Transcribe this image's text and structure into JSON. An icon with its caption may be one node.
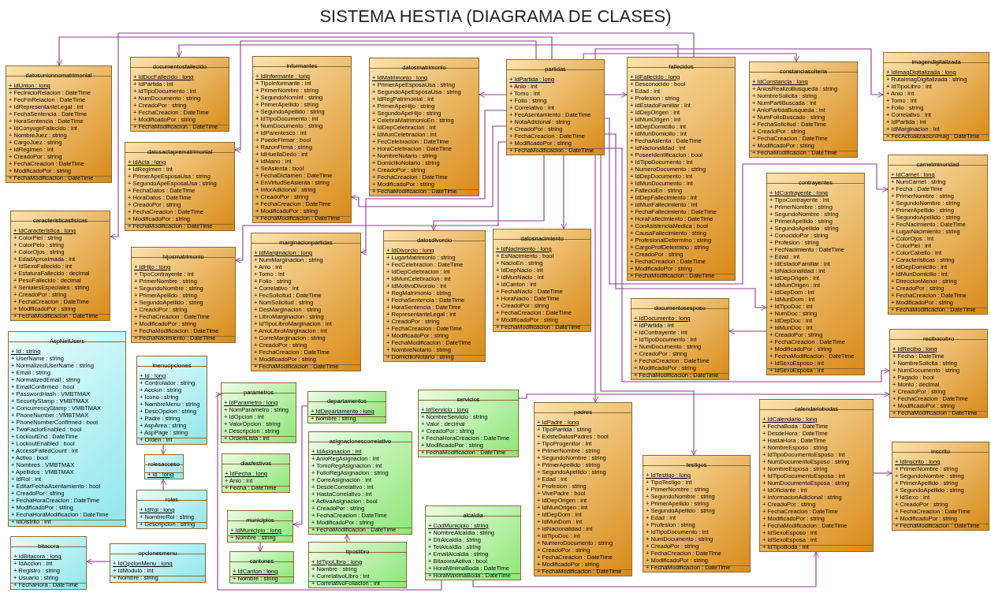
{
  "diagram": {
    "title": "SISTEMA HESTIA (DIAGRAMA DE CLASES)",
    "nodes": [
      {
        "text": [
          "datosunionnomatrimonial",
          "+ IdUnion : long",
          "+ FecInicioRelacion : DateTime",
          "+ FecFinRelacion : DateTime",
          "+ IdRepresentanteLegal : int",
          "+ FechaSentencia : DateTime",
          "+ HoraSentencia : DateTime",
          "+ IdConyugeFallecido : int",
          "+ NombreJuez : string",
          "+ CargoJuez : string",
          "+ IdRegimen : int",
          "+ CreadoPor : string",
          "+ FechaCreacion : DateTime",
          "+ ModificadoPor : string",
          "+ FechaModificacion : DateTime"
        ]
      },
      {
        "text": [
          "documentosfallecido",
          "+ IdDocFallecido : long",
          "+ IdPartida : int",
          "+ IdTipoDocumento : int",
          "+ NumDocumento : string",
          "+ CreadoPor : string",
          "+ FechaCreacion : DateTime",
          "+ ModificadoPor : string",
          "+ FechaModificacion : DateTime"
        ]
      },
      {
        "text": [
          "informantes",
          "+ IdInformante : long",
          "+ TipoInformante : int",
          "+ PrimerNombre : string",
          "+ SegundoNomInf : string",
          "+ PrimerApellido : string",
          "+ SegundoApellido : string",
          "+ IdTipoDocumento : int",
          "+ NumDocumento : string",
          "+ IdParentesco : int",
          "+ PuedeFirmar : bool",
          "+ RazonFirma : string",
          "+ IdHuellaDedo : int",
          "+ IdMano : int",
          "+ SeAsienta : bool",
          "+ FechaDictamen : DateTime",
          "+ EnVirtudSeAsienta : string",
          "+ InforAdicional : string",
          "+ CreadoPor : string",
          "+ FechaCreacion : DateTime",
          "+ ModificadoPor : string",
          "+ FechaModificacion : DateTime"
        ]
      },
      {
        "text": [
          "datosmatrimonio",
          "+ IdMatrimonio : long",
          "+ PrimerApeEsposaUsa : string",
          "+ SegundoApeEsposaUsa : string",
          "+ IdRegPatrimonial : int",
          "+ PrimerApeHijo : string",
          "+ SegundoApeHijo : string",
          "+ CelebraMatrimonioEn : string",
          "+ IdDepCelebracion : int",
          "+ IdMunCelebracion : int",
          "+ FecCelebracion : DateTime",
          "+ HoraCelebracion : DateTime",
          "+ NombreNotario : string",
          "+ DomicilioNotario : string",
          "+ CreadoPor : string",
          "+ FechaCreacion : DateTime",
          "+ ModificadoPor : string",
          "+ FechaModificacion : DateTime"
        ]
      },
      {
        "text": [
          "partidas",
          "+ IdPartida : long",
          "+ Anio : int",
          "+ Tomo : int",
          "+ Folio : string",
          "+ Correlativo : int",
          "+ FecAsentamiento : DateTime",
          "+ NotaAdicional : string",
          "+ CreadoPor : string",
          "+ FechaCreacion : DateTime",
          "+ ModificadoPor : string",
          "+ FechaModificacion : DateTime"
        ]
      },
      {
        "text": [
          "fallecidos",
          "+ IdFallecido : long",
          "+ Desconocido : bool",
          "+ Edad : int",
          "+ Profesion : string",
          "+ IdEstadoFamiliar : int",
          "+ IdDepOrigen : int",
          "+ IdMunOrigen : int",
          "+ IdDepDomicilio : int",
          "+ IdMunDomicilio : int",
          "+ FechaAsienta : DateTime",
          "+ IdNacionalidad : int",
          "+ PoseeIdentificacion : bool",
          "+ IdTipoDocumento : int",
          "+ NumeroDocumento : string",
          "+ IdDepDocumento : int",
          "+ IdMunDocumento : int",
          "+ FallecioEn : string",
          "+ IdDepFallecimiento : int",
          "+ IdMunFallecimiento : int",
          "+ FechaFallecimiento : DateTime",
          "+ HoraFallecimiento : DateTime",
          "+ ConAsistenciaMedica : bool",
          "+ CausaFallecimiento : string",
          "+ ProfesionalDetermino : string",
          "+ CargoProfDetermino : string",
          "+ CreadoPor : string",
          "+ FechaCreacion : DateTime",
          "+ ModificadoPor : string",
          "+ FechaModificacion : DateTime"
        ]
      },
      {
        "text": [
          "constanciasolteria",
          "+ IdConstancia : long",
          "+ AniosRealizoBusqueda : string",
          "+ NombreSolicita : string",
          "+ NumPartiBuscada : int",
          "+ AnioPartidaBusqueda : int",
          "+ NumFolioBuscado : string",
          "+ FechaSolicitud : DateTime",
          "+ CreadoPor : string",
          "+ FechaCreacion : DateTime",
          "+ ModificadoPor : string",
          "+ FechaModificacion : DateTime"
        ]
      },
      {
        "text": [
          "imagendigitalizada",
          "+ IdImagDigitalizada : long",
          "+ RutaImagDigitalizada : string",
          "+ IdTipoLibro : int",
          "+ Anio : int",
          "+ Tomo : int",
          "+ Folio : string",
          "+ Correlativo : int",
          "+ IdPartida : int",
          "+ IdMarginacion : int",
          "+ FecActualizacionImag : DateTime"
        ]
      },
      {
        "text": [
          "datosactaprematrimonial",
          "+ IdActa : long",
          "+ IdRegimen : int",
          "+ PrimerApeEsposaUsa : string",
          "+ SegundoApeEsposaUsa : string",
          "+ FechaDatos : DateTime",
          "+ HoraDatos : DateTime",
          "+ CreadoPor : string",
          "+ FechaCreacion : DateTime",
          "+ ModificadoPor : string",
          "+ FechaModificacion : DateTime"
        ]
      },
      {
        "text": [
          "caracteristicasfisicas",
          "+ IdCaracteristica : long",
          "+ ColorPiel : string",
          "+ ColorPelo : string",
          "+ ColorOjos : string",
          "+ EdadAproximada : int",
          "+ IdSexoFallecido : int",
          "+ EstaturaFallecido : decimal",
          "+ PesoFallecido : decimal",
          "+ SenialesEspeciales : string",
          "+ CreadoPor : string",
          "+ FechaCreacion : DateTime",
          "+ ModificadoPor : string",
          "+ FechaModificacion : DateTime"
        ]
      },
      {
        "text": [
          "hijosmatrimonio",
          "+ IdHijo : long",
          "+ TipoContrayente : int",
          "+ PrimerNombre : string",
          "+ SegundoNombre : string",
          "+ PrimerApellido : string",
          "+ SegundoApellido : string",
          "+ CreadoPor : string",
          "+ FechaCreacion : DateTime",
          "+ ModificadoPor : string",
          "+ FechaModificacion : DateTime",
          "+ FechaNacimiento : DateTime"
        ]
      },
      {
        "text": [
          "marginacionpartidas",
          "+ IdMarginacion : long",
          "+ NumMarginacion : string",
          "+ Anio : int",
          "+ Tomo : int",
          "+ Folio : string",
          "+ Correlativo : int",
          "+ FecSolicitud : DateTime",
          "+ NomSolicitud : string",
          "+ DesMarginacion : string",
          "+ LibroMarginacion : string",
          "+ IdTipoLibroMarginacion : int",
          "+ AnioLibroMarginacion : int",
          "+ CorreMarginacion : string",
          "+ CreadoPor : string",
          "+ FechaCreacion : DateTime",
          "+ ModificadoPor : string",
          "+ FechaModificacion : DateTime"
        ]
      },
      {
        "text": [
          "datosdivorcio",
          "+ IdDivorcio : long",
          "+ LugarMatrimonio : string",
          "+ FecCelebracion : DateTime",
          "+ IdDepCelebracion : int",
          "+ IdMunCelebracion : int",
          "+ IdMotivoDivorcio : int",
          "+ RegMatrimonio : string",
          "+ FechaSentencia : DateTime",
          "+ HoraSentencia : DateTime",
          "+ RepresentanteLegal : int",
          "+ CreadoPor : string",
          "+ FechaCreacion : DateTime",
          "+ ModificadoPor : string",
          "+ FechaModificacion : DateTime",
          "+ NombreNotario : string",
          "+ DomicilioNotario : string"
        ]
      },
      {
        "text": [
          "datosnacimiento",
          "+ IdNacimiento : long",
          "+ EsNacimiento : bool",
          "+ NacioEn : string",
          "+ IdDepNacio : int",
          "+ IdMunNacio : int",
          "+ IdCanton : int",
          "+ FechaNacio : DateTime",
          "+ HoraNacio : DateTime",
          "+ CreadoPor : string",
          "+ FechaCreacion : DateTime",
          "+ ModificadoPor : string",
          "+ FechaModificacion : DateTime"
        ]
      },
      {
        "text": [
          "contrayentes",
          "+ IdContrayente : long",
          "+ TipoContrayente : int",
          "+ PrimerNombre : string",
          "+ SegundoNombre : string",
          "+ PrimerApellido : string",
          "+ SegundoApellido : string",
          "+ ConocidoPor : string",
          "+ Profesion : string",
          "+ FecNacimiento : DateTime",
          "+ Edad : int",
          "+ IdEstadoFamiliar : int",
          "+ IdNacionalidad : int",
          "+ IdDepOrigen : int",
          "+ IdMunOrigen : int",
          "+ IdDepDom : int",
          "+ IdMunDom : int",
          "+ IdTipoDoc : int",
          "+ NumDoc : string",
          "+ IdDepDoc : int",
          "+ IdMunDoc : int",
          "+ CreadoPor : string",
          "+ FechaCreacion : DateTime",
          "+ ModificadoPor : string",
          "+ FechaModificacion : DateTime",
          "+ IdSexoEsposo : int",
          "+ IdSexoEsposa : int"
        ]
      },
      {
        "text": [
          "carnetminoridad",
          "+ IdCarnet : long",
          "+ NumCarnet : string",
          "+ Fecha : DateTime",
          "+ PrimerNombre : string",
          "+ SegundoNombre : string",
          "+ PrimerApellido : string",
          "+ SegundoApellido : string",
          "+ FecNacimiento : DateTime",
          "+ LugarNacimiento : string",
          "+ ColorOjos : int",
          "+ ColorPiel : int",
          "+ ColorCabello : int",
          "+ Caracteristicas : string",
          "+ IdDepDomicilio : int",
          "+ IdMunDomicilio : int",
          "+ DireccionMenor : string",
          "+ CreadoPor : string",
          "+ FechaCreacion : DateTime",
          "+ ModificadoPor : string",
          "+ FechaModificacion : DateTime"
        ]
      },
      {
        "text": [
          "documentosesposo",
          "+ IdDocumento : long",
          "+ IdPartida : int",
          "+ IdContrayente : int",
          "+ IdTipoDocumento : int",
          "+ NumDocumento : string",
          "+ CreadoPor : string",
          "+ FechaCreacion : DateTime",
          "+ ModificadoPor : string",
          "+ FechaModificacion : DateTime"
        ]
      },
      {
        "text": [
          "recibocobro",
          "+ IdRecibo : long",
          "+ Fecha : DateTime",
          "+ NombreSolicita : string",
          "+ NumDocumento : string",
          "+ Pagado : bool",
          "+ Monto : decimal",
          "+ CreadoPor : string",
          "+ FechaCreacion : DateTime",
          "+ ModificadoPor : string",
          "+ FechaModificacion : DateTime"
        ]
      },
      {
        "text": [
          "AspNetUsers",
          "+ Id : string",
          "+ UserName : string",
          "+ NormalizedUserName : string",
          "+ Email : string",
          "+ NormalizedEmail : string",
          "+ EmailConfirmed : bool",
          "+ PasswordHash : VMBTMAX",
          "+ SecurityStamp : VMBTMAX",
          "+ ConcurrencyStamp : VMBTMAX",
          "+ PhoneNumber : VMBTMAX",
          "+ PhoneNumberConfirmed : bool",
          "+ TwoFactorEnabled : bool",
          "+ LockoutEnd : DateTime",
          "+ LockoutEnabled : bool",
          "+ AccessFailedCount : int",
          "+ Activo : bool",
          "+ Nombres : VMBTMAX",
          "+ Apellidos : VMBTMAX",
          "+ IdRol : int",
          "+ EditarFechaAsentamiento : bool",
          "+ CreadoPor : string",
          "+ FechaHoraCreacion : DateTime",
          "+ ModificadoPor : string",
          "+ FechaHoraModificacion : DateTime",
          "+ IdDistrito : int"
        ]
      },
      {
        "text": [
          "menuopciones",
          "+ Id : long",
          "+ Controlador : string",
          "+ Accion : string",
          "+ Icono : string",
          "+ NombreMenu : string",
          "+ DescOpcion : string",
          "+ Padre : string",
          "+ AspArea : string",
          "+ AspPage : string",
          "+ Orden : int"
        ]
      },
      {
        "text": [
          "rolesacceso",
          "+ Id : long"
        ]
      },
      {
        "text": [
          "roles",
          "+ IdRol : long",
          "+ NombreRol : string",
          "+ Descripcion : string"
        ]
      },
      {
        "text": [
          "bitacora",
          "+ IdBitacora : long",
          "+ IdAccion : int",
          "+ Registro : string",
          "+ Usuario : string",
          "+ FechaHora : DateTime"
        ]
      },
      {
        "text": [
          "opcionesmenu",
          "+ IdOpcionMenu : long",
          "+ IdModulo : int",
          "+ Nombre : string"
        ]
      },
      {
        "text": [
          "parametros",
          "+ IdParametro : long",
          "+ NomParametro : string",
          "+ IdOpcion : int",
          "+ ValorOpcion : string",
          "+ Descripcion : string",
          "+ OrdenLista : int"
        ]
      },
      {
        "text": [
          "departamentos",
          "+ IdDepartamento : long",
          "+ Nombre : string"
        ]
      },
      {
        "text": [
          "diasfestivos",
          "+ IdFecha : long",
          "+ Anio : int",
          "+ Fecha : DateTime"
        ]
      },
      {
        "text": [
          "asignacionescorrelativo",
          "+ IdAsignacion : int",
          "+ AnioRegAsignacion : int",
          "+ TomoRegAsignacion : int",
          "+ FolioRegAsignacion : string",
          "+ CorreAsignacion : int",
          "+ DesdeCorrelativo : int",
          "+ HastaCorrelativo : int",
          "+ ActivaAsignacion : bool",
          "+ CreadoPor : string",
          "+ FechaCreacion : DateTime",
          "+ ModificadoPor : string",
          "+ FechaModificacion : DateTime"
        ]
      },
      {
        "text": [
          "municipios",
          "+ IdMunicipio : long",
          "+ Nombre : string"
        ]
      },
      {
        "text": [
          "cantones",
          "+ IdCanton : long",
          "+ Nombre : string"
        ]
      },
      {
        "text": [
          "tiposlibro",
          "+ IdTipoLibro : long",
          "+ Nombre : string",
          "+ CorrelativoLibro : int",
          "+ CorrelativoFoliacion : int"
        ]
      },
      {
        "text": [
          "servicios",
          "+ IdServicio : long",
          "+ NombreServicio : string",
          "+ Valor : decimal",
          "+ CreadoPor : string",
          "+ FechaHoraCreacion : DateTime",
          "+ ModificadoPor : string",
          "+ FechaModificacion : DateTime"
        ]
      },
      {
        "text": [
          "alcaldia",
          "+ CodMunicipio : string",
          "+ NombreAlcaldia : string",
          "+ DirAlcaldia : string",
          "+ TelAlcaldia : string",
          "+ EmailAlcaldia : string",
          "+ BitacoraActiva : bool",
          "+ HoraMinimaBoda : DateTime",
          "+ HoraMaximaBoda : DateTime"
        ]
      },
      {
        "text": [
          "padres",
          "+ IdPadre : long",
          "+ TipoPartida : string",
          "+ ExisteDatosPadres : bool",
          "+ TipoProgenitor : int",
          "+ PrimerNombre : string",
          "+ SegundoNombre : string",
          "+ PrimerApellido : string",
          "+ SegundoApellido : string",
          "+ Edad : int",
          "+ Profesion : string",
          "+ VivePadre : bool",
          "+ IdDepOrigen : int",
          "+ IdMunOrigen : int",
          "+ IdDepDom : int",
          "+ IdMunDom : int",
          "+ IdNacionalidad : int",
          "+ IdTipoDoc : int",
          "+ NumeroDocumento : string",
          "+ CreadoPor : string",
          "+ FechaCreacion : DateTime",
          "+ ModificadoPor : string",
          "+ FechaModificacion : DateTime"
        ]
      },
      {
        "text": [
          "testigos",
          "+ IdTestigo : long",
          "+ TipoTestigo : int",
          "+ PrimerNombre : string",
          "+ SegundoNombre : string",
          "+ PrimerApellido : string",
          "+ SegundoApellido : string",
          "+ Edad : int",
          "+ Profesion : string",
          "+ IdTipoDocumento : int",
          "+ NumDocumento : string",
          "+ CreadoPor : string",
          "+ FechaCreacion : DateTime",
          "+ ModificadoPor : string",
          "+ FechaModificacion : DateTime"
        ]
      },
      {
        "text": [
          "calendariobodas",
          "+ IdCalendario : long",
          "+ FechaBoda : DateTime",
          "+ DesdeHora : DateTime",
          "+ HastaHora : DateTime",
          "+ NombreEsposo : string",
          "+ IdTipoDocumentoEsposo : int",
          "+ NumDocumentoEsposo : string",
          "+ NombreEsposa : string",
          "+ IdTipoDocumentoEsposa : int",
          "+ NumDocumentoEsposa : string",
          "+ IdOficiante : int",
          "+ InformacionAdicional : string",
          "+ CreadoPor : string",
          "+ FechaCreacion : DateTime",
          "+ ModificadoPor : string",
          "+ FechaModificacion : DateTime",
          "+ IdSexoEsposo : int",
          "+ IdSexoEsposa : int",
          "+ IdTipoBoda : int"
        ]
      },
      {
        "text": [
          "inscrito",
          "+ IdInscrito : long",
          "+ PrimerNombre : string",
          "+ SegundoNombre : string",
          "+ PrimerApellido : string",
          "+ SegundoApellido : string",
          "+ IdSexo : int",
          "+ CreadoPor : string",
          "+ FechaCreacion : DateTime",
          "+ ModificadoPor : string",
          "+ FechaModificacion : DateTime"
        ]
      }
    ],
    "edges": [
      {
        "from": 4,
        "to": 0,
        "arrow": "to"
      },
      {
        "from": 4,
        "to": 8,
        "arrow": "to"
      },
      {
        "from": 5,
        "to": 1,
        "arrow": "to"
      },
      {
        "from": 5,
        "to": 9,
        "arrow": "to"
      },
      {
        "from": 4,
        "to": 3,
        "arrow": "to"
      },
      {
        "from": 4,
        "to": 2,
        "arrow": "to"
      },
      {
        "from": 4,
        "to": 10,
        "arrow": "to"
      },
      {
        "from": 4,
        "to": 11,
        "arrow": "to"
      },
      {
        "from": 4,
        "to": 12,
        "arrow": "to"
      },
      {
        "from": 4,
        "to": 13,
        "arrow": "to"
      },
      {
        "from": 4,
        "to": 5,
        "arrow": "to"
      },
      {
        "from": 4,
        "to": 6,
        "arrow": "to"
      },
      {
        "from": 4,
        "to": 7,
        "arrow": "to"
      },
      {
        "from": 4,
        "to": 15,
        "arrow": "to"
      },
      {
        "from": 4,
        "to": 14,
        "arrow": "to"
      },
      {
        "from": 14,
        "to": 16,
        "arrow": "to"
      },
      {
        "from": 4,
        "to": 17,
        "arrow": "to"
      },
      {
        "from": 4,
        "to": 33,
        "arrow": "to"
      },
      {
        "from": 4,
        "to": 34,
        "arrow": "to"
      },
      {
        "from": 31,
        "to": 17,
        "arrow": "to"
      },
      {
        "from": 35,
        "to": 36,
        "arrow": "to"
      },
      {
        "from": 32,
        "to": 35,
        "arrow": "to"
      },
      {
        "from": 19,
        "to": 20,
        "arrow": "to"
      },
      {
        "from": 21,
        "to": 20,
        "arrow": "to"
      },
      {
        "from": 23,
        "to": 22,
        "arrow": "to"
      },
      {
        "from": 28,
        "to": 29,
        "arrow": "to"
      },
      {
        "from": 25,
        "to": 28,
        "arrow": "to"
      },
      {
        "from": 30,
        "to": 27,
        "arrow": "to"
      },
      {
        "from": 32,
        "to": 24,
        "arrow": "to"
      }
    ]
  }
}
